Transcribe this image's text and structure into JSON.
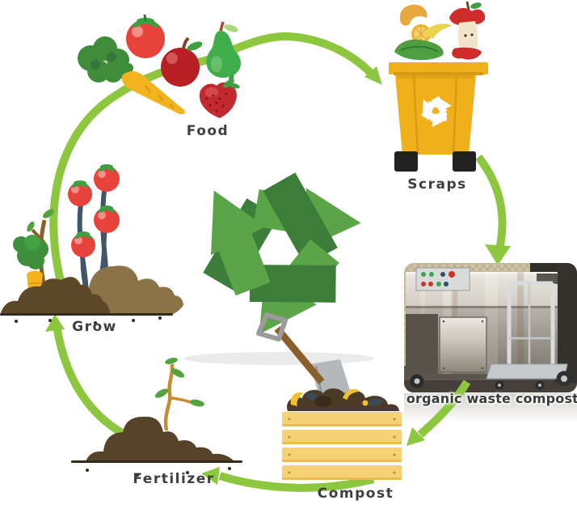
{
  "diagram": {
    "type": "composting-cycle",
    "labels": {
      "food": "Food",
      "scraps": "Scraps",
      "grow": "Grow",
      "fertilizer": "Fertilizer",
      "compost": "Compost"
    },
    "photo_caption": "organic waste composter",
    "stages_order": [
      "Food",
      "Scraps",
      "organic waste composter",
      "Compost",
      "Fertilizer",
      "Grow"
    ],
    "colors": {
      "arrow_green": "#8dc63f",
      "recycle_dark": "#3c7d39",
      "recycle_light": "#5ba447",
      "bin_yellow": "#f0b01c",
      "crate_yellow": "#f6d176",
      "soil_brown": "#57432a",
      "tomato_red": "#e8433b",
      "label_text": "#3f3f3f"
    },
    "icons": {
      "center": "recycle-symbol-icon",
      "bin": "trash-bin-icon",
      "bin_mark": "recycle-symbol-icon-white",
      "tool": "shovel-icon",
      "crate": "compost-crate-icon",
      "seedling": "seedling-icon",
      "plants": "tomato-plant-icon"
    }
  }
}
